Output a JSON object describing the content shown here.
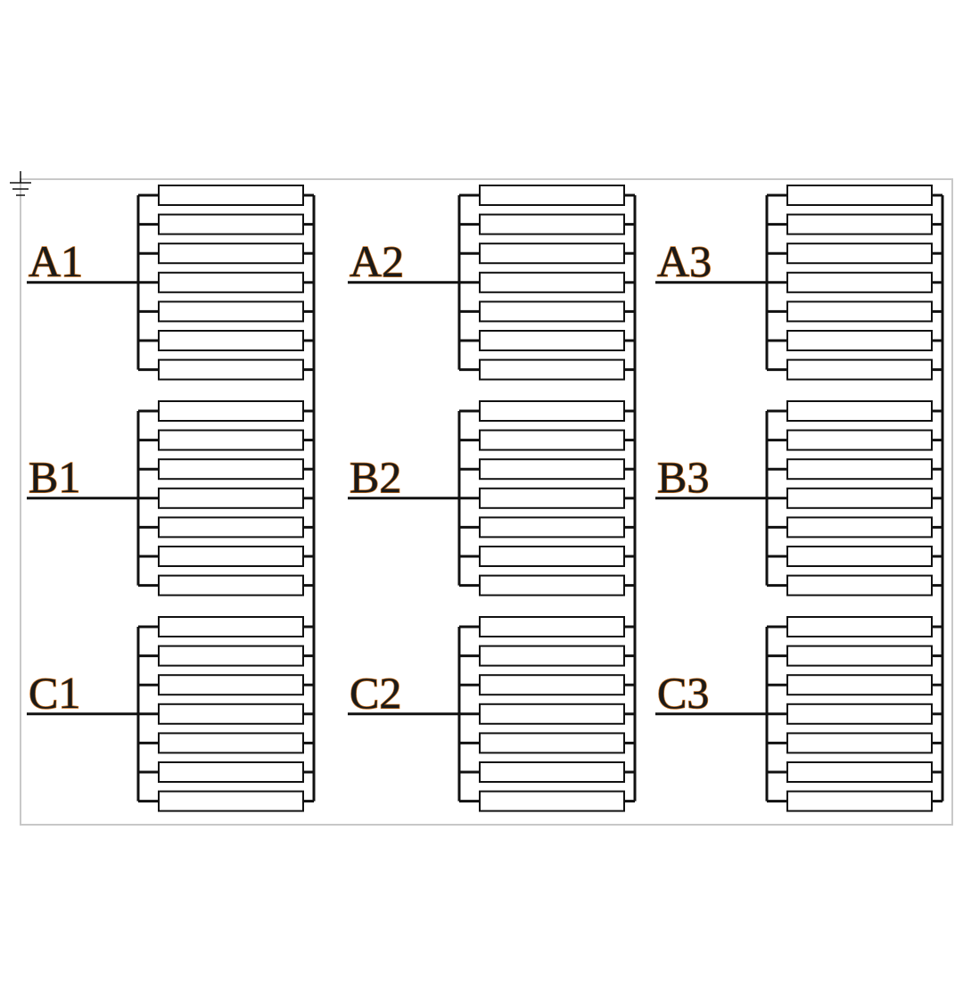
{
  "diagram": {
    "columns": [
      {
        "id": "col-1",
        "groups": [
          {
            "label": "A1",
            "resistors": 7
          },
          {
            "label": "B1",
            "resistors": 7
          },
          {
            "label": "C1",
            "resistors": 7
          }
        ]
      },
      {
        "id": "col-2",
        "groups": [
          {
            "label": "A2",
            "resistors": 7
          },
          {
            "label": "B2",
            "resistors": 7
          },
          {
            "label": "C2",
            "resistors": 7
          }
        ]
      },
      {
        "id": "col-3",
        "groups": [
          {
            "label": "A3",
            "resistors": 7
          },
          {
            "label": "B3",
            "resistors": 7
          },
          {
            "label": "C3",
            "resistors": 7
          }
        ]
      }
    ],
    "symbols": {
      "ground": "ground-icon",
      "resistor": "resistor-icon"
    },
    "colors": {
      "wire": "#111111",
      "frame": "#c8c8c8",
      "label_fill": "#1a1a1a",
      "label_outline": "#c8701e"
    }
  }
}
